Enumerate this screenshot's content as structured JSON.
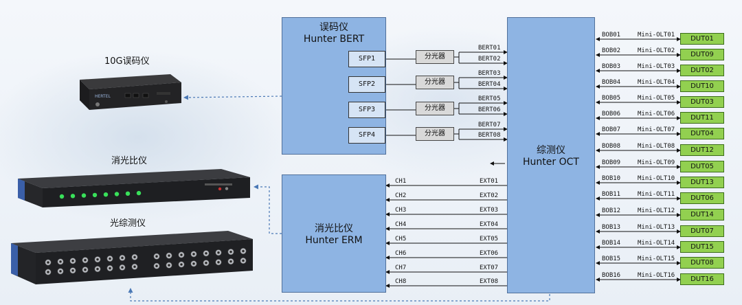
{
  "bert": {
    "title_cn": "误码仪",
    "title_en": "Hunter BERT",
    "sfps": [
      "SFP1",
      "SFP2",
      "SFP3",
      "SFP4"
    ]
  },
  "splitter_label": "分光器",
  "bert_links": [
    "BERT01",
    "BERT02",
    "BERT03",
    "BERT04",
    "BERT05",
    "BERT06",
    "BERT07",
    "BERT08"
  ],
  "oct": {
    "title_cn": "综测仪",
    "title_en": "Hunter OCT"
  },
  "erm": {
    "title_cn": "消光比仪",
    "title_en": "Hunter ERM",
    "channels": [
      "CH1",
      "CH2",
      "CH3",
      "CH4",
      "CH5",
      "CH6",
      "CH7",
      "CH8"
    ],
    "ext": [
      "EXT01",
      "EXT02",
      "EXT03",
      "EXT04",
      "EXT05",
      "EXT06",
      "EXT07",
      "EXT08"
    ]
  },
  "bob": [
    "BOB01",
    "BOB02",
    "BOB03",
    "BOB04",
    "BOB05",
    "BOB06",
    "BOB07",
    "BOB08",
    "BOB09",
    "BOB10",
    "BOB11",
    "BOB12",
    "BOB13",
    "BOB14",
    "BOB15",
    "BOB16"
  ],
  "olt": [
    "Mini-OLT01",
    "Mini-OLT02",
    "Mini-OLT03",
    "Mini-OLT04",
    "Mini-OLT05",
    "Mini-OLT06",
    "Mini-OLT07",
    "Mini-OLT08",
    "Mini-OLT09",
    "Mini-OLT10",
    "Mini-OLT11",
    "Mini-OLT12",
    "Mini-OLT13",
    "Mini-OLT14",
    "Mini-OLT15",
    "Mini-OLT16"
  ],
  "duts": [
    "DUT01",
    "DUT09",
    "DUT02",
    "DUT10",
    "DUT03",
    "DUT11",
    "DUT04",
    "DUT12",
    "DUT05",
    "DUT13",
    "DUT06",
    "DUT14",
    "DUT07",
    "DUT15",
    "DUT08",
    "DUT16"
  ],
  "devices": {
    "bert_caption": "10G误码仪",
    "erm_caption": "消光比仪",
    "oct_caption": "光综测仪",
    "bert_brand": "HERTEL"
  },
  "colors": {
    "box": "#8eb4e3",
    "dut": "#92d050",
    "splitter": "#d9d9d9",
    "dash": "#4a78b5"
  }
}
